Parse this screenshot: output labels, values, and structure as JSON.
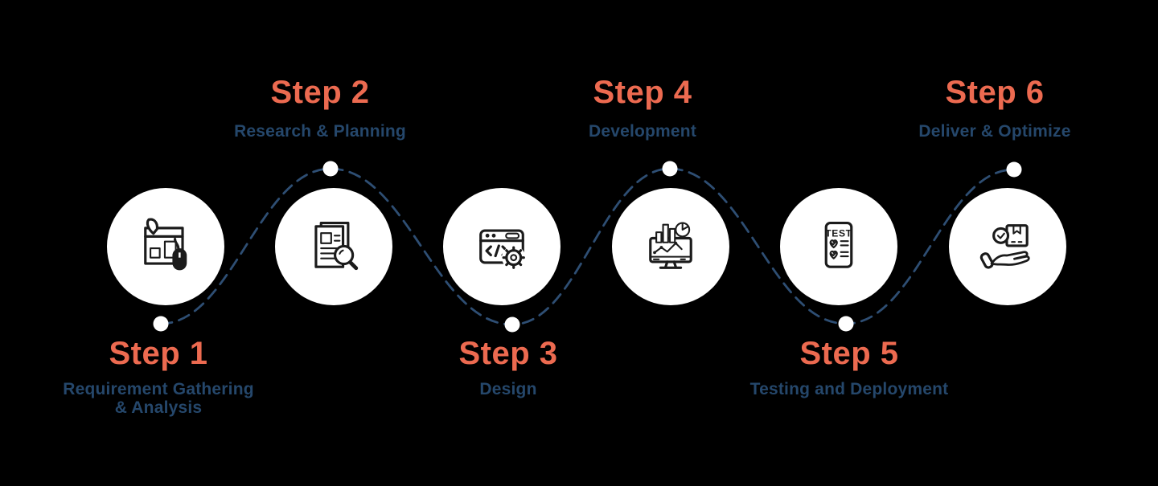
{
  "diagram_name": "six-step-process",
  "colors": {
    "background": "#000000",
    "step_title_orange": "#ec6a50",
    "subtitle_navy": "#25476b",
    "connector_dash_navy": "#2e4e73",
    "circle_fill": "#ffffff",
    "icon_stroke": "#1b1b1b"
  },
  "steps": [
    {
      "title": "Step 1",
      "subtitle": "Requirement Gathering\n& Analysis",
      "label_position": "bottom",
      "icon": "wireframe-mouse-icon"
    },
    {
      "title": "Step 2",
      "subtitle": "Research & Planning",
      "label_position": "top",
      "icon": "document-magnifier-icon"
    },
    {
      "title": "Step 3",
      "subtitle": "Design",
      "label_position": "bottom",
      "icon": "code-window-gear-icon"
    },
    {
      "title": "Step 4",
      "subtitle": "Development",
      "label_position": "top",
      "icon": "analytics-monitor-icon"
    },
    {
      "title": "Step 5",
      "subtitle": "Testing and Deployment",
      "label_position": "bottom",
      "icon": "test-checklist-icon"
    },
    {
      "title": "Step 6",
      "subtitle": "Deliver & Optimize",
      "label_position": "top",
      "icon": "delivery-hand-icon"
    }
  ],
  "icon_texts": {
    "test_sheet_label": "TEST"
  }
}
